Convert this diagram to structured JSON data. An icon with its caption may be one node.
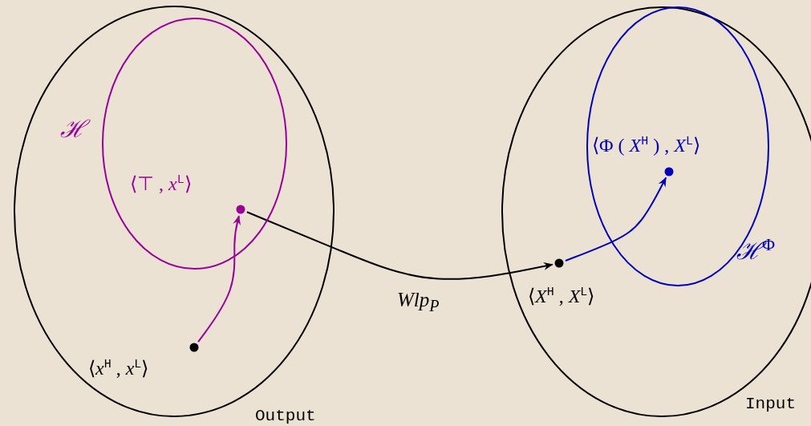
{
  "diagram": {
    "nodes": [
      {
        "text": [
          "Output"
        ]
      },
      {
        "text": [
          "ℋ"
        ],
        "in": 0
      },
      {
        "text": [
          "⟨⊤ , *x*$^{L}$⟩"
        ],
        "in": 1
      },
      {
        "text": [
          "⟨*x*$^{H}$ , *x*$^{L}$⟩"
        ],
        "in": 0
      },
      {
        "text": [
          "Input"
        ]
      },
      {
        "text": [
          "ℋ$^{Φ}$"
        ],
        "in": 4
      },
      {
        "text": [
          "⟨Φ ( *X*$^{H}$ ) , *X*$^{L}$⟩"
        ],
        "in": 5
      },
      {
        "text": [
          "⟨*X*$^{H}$ , *X*$^{L}$⟩"
        ],
        "in": 4
      }
    ],
    "edges": [
      {
        "from": 3,
        "to": 2,
        "arrow": "to",
        "color": "#990099"
      },
      {
        "from": 2,
        "to": 7,
        "arrow": "to",
        "label": "Wlp$_{P}$",
        "color": "#000000"
      },
      {
        "from": 7,
        "to": 6,
        "arrow": "to",
        "color": "#0000bb"
      }
    ]
  }
}
